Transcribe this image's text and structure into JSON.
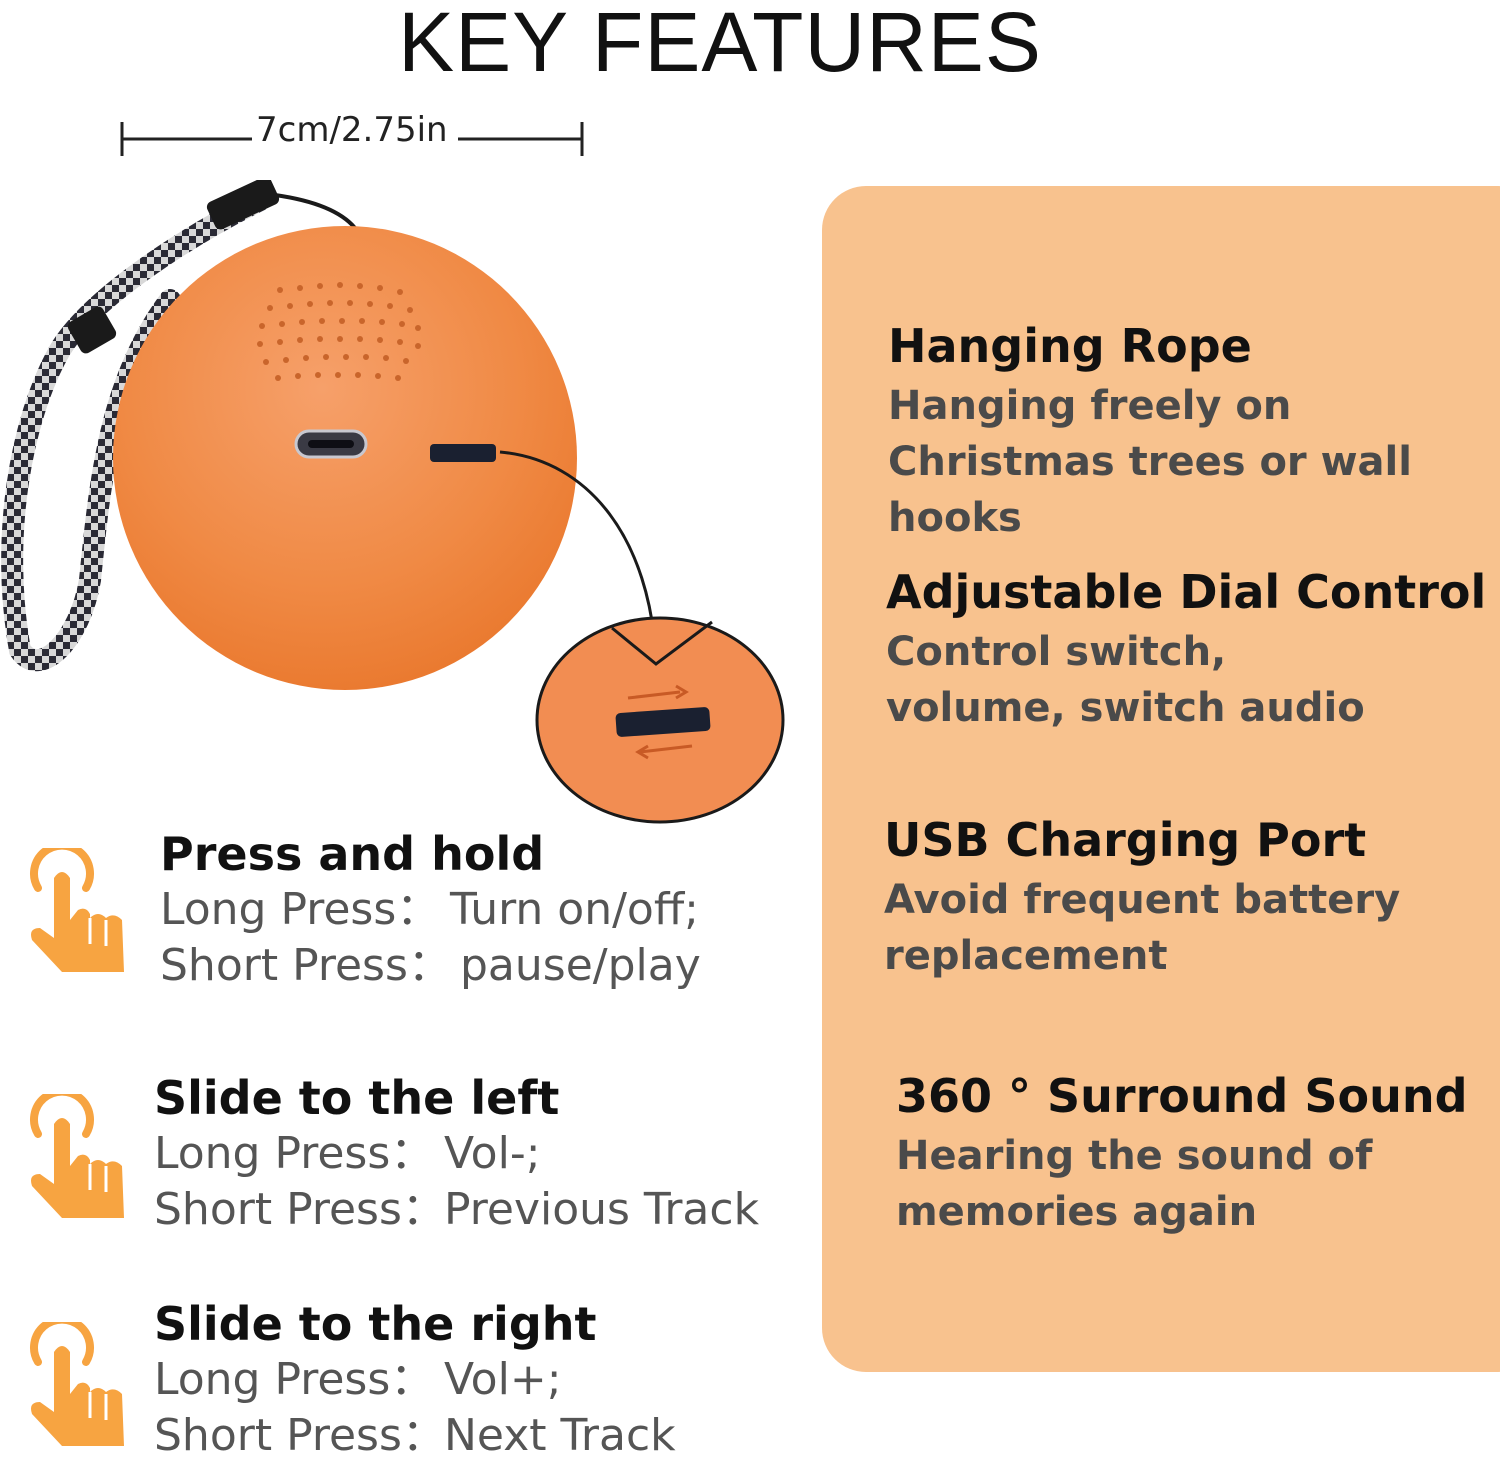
{
  "title": "KEY FEATURES",
  "dimension": "7cm/2.75in",
  "features": [
    {
      "heading": "Hanging Rope",
      "desc": "Hanging freely on Christmas trees or wall hooks"
    },
    {
      "heading": "Adjustable Dial Control",
      "desc": "Control switch, volume, switch audio"
    },
    {
      "heading": "USB Charging Port",
      "desc": "Avoid frequent battery replacement"
    },
    {
      "heading": "360 ° Surround Sound",
      "desc": "Hearing the sound of memories again"
    }
  ],
  "controls": [
    {
      "heading": "Press and hold",
      "long_key": "Long Press：",
      "long_val": "Turn on/off;",
      "short_key": "Short Press：",
      "short_val": "pause/play"
    },
    {
      "heading": "Slide to the left",
      "long_key": "Long Press：",
      "long_val": "Vol-;",
      "short_key": "Short Press：",
      "short_val": "Previous Track"
    },
    {
      "heading": "Slide to the right",
      "long_key": "Long Press：",
      "long_val": "Vol+;",
      "short_key": "Short Press：",
      "short_val": "Next Track"
    }
  ],
  "colors": {
    "speaker": "#f28a3c",
    "panel": "#f8c28e",
    "hand_icon": "#f7a441"
  },
  "icons": [
    "tap-hand-icon"
  ]
}
